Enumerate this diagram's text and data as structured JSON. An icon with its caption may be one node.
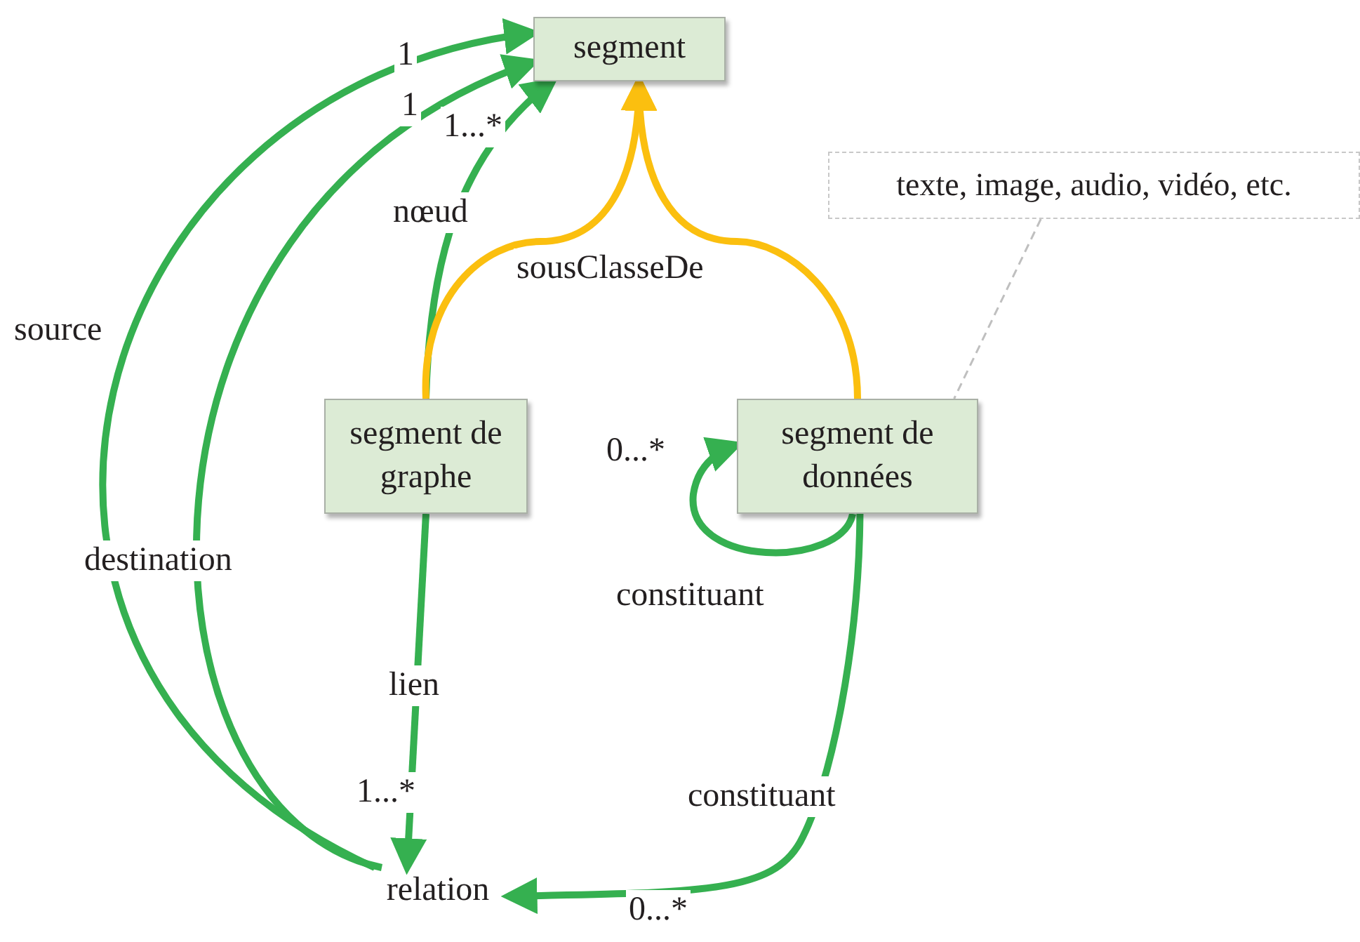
{
  "diagram": {
    "nodes": [
      {
        "text": [
          "segment"
        ]
      },
      {
        "text": [
          "segment de graphe"
        ]
      },
      {
        "text": [
          "segment de données"
        ]
      },
      {
        "text": [
          "relation"
        ]
      },
      {
        "text": [
          "texte, image, audio, vidéo, etc."
        ]
      }
    ],
    "edges": [
      {
        "from": 3,
        "to": 0,
        "arrow": "to",
        "label": "source"
      },
      {
        "from": 3,
        "to": 0,
        "arrow": "to",
        "label": "destination"
      },
      {
        "from": 1,
        "to": 0,
        "arrow": "to",
        "label": "nœud"
      },
      {
        "from": 1,
        "to": 0,
        "arrow": "to",
        "label": "sousClasseDe",
        "color": "#fbbf0f"
      },
      {
        "from": 2,
        "to": 0,
        "arrow": "to",
        "color": "#fbbf0f"
      },
      {
        "from": 1,
        "to": 3,
        "arrow": "to",
        "label": "lien"
      },
      {
        "from": 2,
        "to": 2,
        "arrow": "to",
        "label": "constituant"
      },
      {
        "from": 2,
        "to": 3,
        "arrow": "to",
        "label": "constituant"
      },
      {
        "from": 4,
        "to": 2,
        "arrow": "none",
        "style": "dashed",
        "color": "#bfbfbf"
      }
    ],
    "labels": [
      "1",
      "1",
      "1...*",
      "0...*",
      "1...*",
      "0...*"
    ]
  }
}
